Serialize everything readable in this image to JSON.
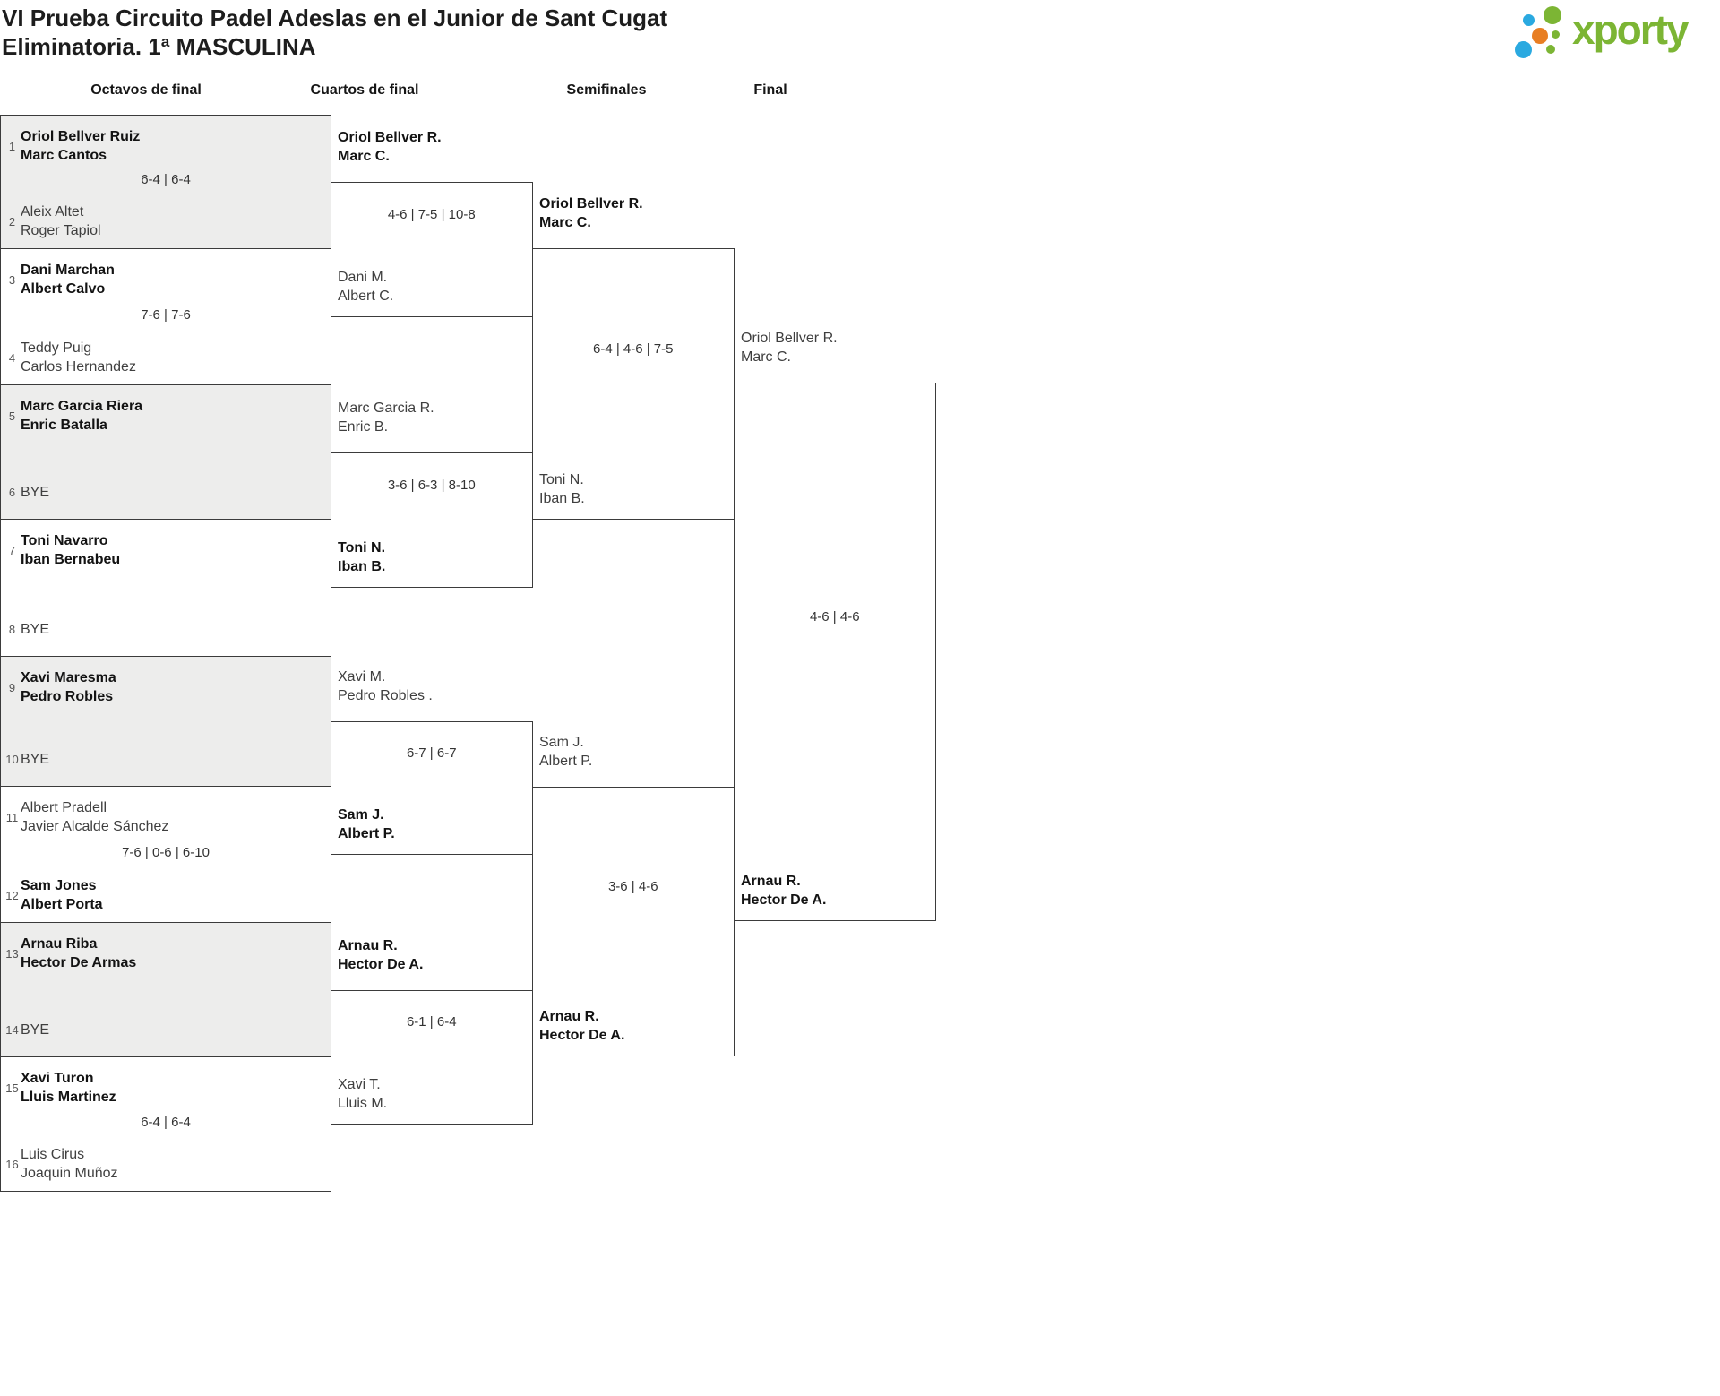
{
  "title": {
    "line1": "VI Prueba Circuito Padel Adeslas en el Junior de Sant Cugat",
    "line2": "Eliminatoria. 1ª MASCULINA"
  },
  "logo": {
    "text": "xporty",
    "colors": {
      "green": "#7cb534",
      "blue": "#2aa9e0",
      "orange": "#e87e23"
    }
  },
  "rounds": [
    {
      "label": "Octavos de final"
    },
    {
      "label": "Cuartos de final"
    },
    {
      "label": "Semifinales"
    },
    {
      "label": "Final"
    }
  ],
  "bracket": {
    "octavos": [
      {
        "top": {
          "seed": "1",
          "lines": [
            "Oriol Bellver Ruiz",
            "Marc Cantos"
          ],
          "winner": true
        },
        "bottom": {
          "seed": "2",
          "lines": [
            "Aleix Altet",
            "Roger Tapiol"
          ],
          "winner": false
        },
        "score": "6-4 | 6-4"
      },
      {
        "top": {
          "seed": "3",
          "lines": [
            "Dani Marchan",
            "Albert Calvo"
          ],
          "winner": true
        },
        "bottom": {
          "seed": "4",
          "lines": [
            "Teddy Puig",
            "Carlos Hernandez"
          ],
          "winner": false
        },
        "score": "7-6 | 7-6"
      },
      {
        "top": {
          "seed": "5",
          "lines": [
            "Marc Garcia Riera",
            "Enric Batalla"
          ],
          "winner": true
        },
        "bottom": {
          "seed": "6",
          "lines": [
            "BYE"
          ],
          "winner": false
        },
        "score": ""
      },
      {
        "top": {
          "seed": "7",
          "lines": [
            "Toni Navarro",
            "Iban Bernabeu"
          ],
          "winner": true
        },
        "bottom": {
          "seed": "8",
          "lines": [
            "BYE"
          ],
          "winner": false
        },
        "score": ""
      },
      {
        "top": {
          "seed": "9",
          "lines": [
            "Xavi Maresma",
            "Pedro Robles"
          ],
          "winner": true
        },
        "bottom": {
          "seed": "10",
          "lines": [
            "BYE"
          ],
          "winner": false
        },
        "score": ""
      },
      {
        "top": {
          "seed": "11",
          "lines": [
            "Albert Pradell",
            "Javier Alcalde Sánchez"
          ],
          "winner": false
        },
        "bottom": {
          "seed": "12",
          "lines": [
            "Sam Jones",
            "Albert Porta"
          ],
          "winner": true
        },
        "score": "7-6 | 0-6 | 6-10"
      },
      {
        "top": {
          "seed": "13",
          "lines": [
            "Arnau Riba",
            "Hector De Armas"
          ],
          "winner": true
        },
        "bottom": {
          "seed": "14",
          "lines": [
            "BYE"
          ],
          "winner": false
        },
        "score": ""
      },
      {
        "top": {
          "seed": "15",
          "lines": [
            "Xavi Turon",
            "Lluis Martinez"
          ],
          "winner": true
        },
        "bottom": {
          "seed": "16",
          "lines": [
            "Luis Cirus",
            "Joaquin Muñoz"
          ],
          "winner": false
        },
        "score": "6-4 | 6-4"
      }
    ],
    "cuartos": [
      {
        "top": {
          "lines": [
            "Oriol Bellver R.",
            "Marc C."
          ],
          "winner": true
        },
        "bottom": {
          "lines": [
            "Dani M.",
            "Albert C."
          ],
          "winner": false
        },
        "score": "4-6 | 7-5 | 10-8"
      },
      {
        "top": {
          "lines": [
            "Marc Garcia R.",
            "Enric B."
          ],
          "winner": false
        },
        "bottom": {
          "lines": [
            "Toni N.",
            "Iban B."
          ],
          "winner": true
        },
        "score": "3-6 | 6-3 | 8-10"
      },
      {
        "top": {
          "lines": [
            "Xavi M.",
            "Pedro Robles ."
          ],
          "winner": false
        },
        "bottom": {
          "lines": [
            "Sam J.",
            "Albert P."
          ],
          "winner": true
        },
        "score": "6-7 | 6-7"
      },
      {
        "top": {
          "lines": [
            "Arnau R.",
            "Hector De A."
          ],
          "winner": true
        },
        "bottom": {
          "lines": [
            "Xavi T.",
            "Lluis M."
          ],
          "winner": false
        },
        "score": "6-1 | 6-4"
      }
    ],
    "semifinales": [
      {
        "top": {
          "lines": [
            "Oriol Bellver R.",
            "Marc C."
          ],
          "winner": true
        },
        "bottom": {
          "lines": [
            "Toni N.",
            "Iban B."
          ],
          "winner": false
        },
        "score": "6-4 | 4-6 | 7-5"
      },
      {
        "top": {
          "lines": [
            "Sam J.",
            "Albert P."
          ],
          "winner": false
        },
        "bottom": {
          "lines": [
            "Arnau R.",
            "Hector De A."
          ],
          "winner": true
        },
        "score": "3-6 | 4-6"
      }
    ],
    "final": [
      {
        "top": {
          "lines": [
            "Oriol Bellver R.",
            "Marc C."
          ],
          "winner": false
        },
        "bottom": {
          "lines": [
            "Arnau R.",
            "Hector De A."
          ],
          "winner": true
        },
        "score": "4-6 | 4-6"
      }
    ]
  }
}
